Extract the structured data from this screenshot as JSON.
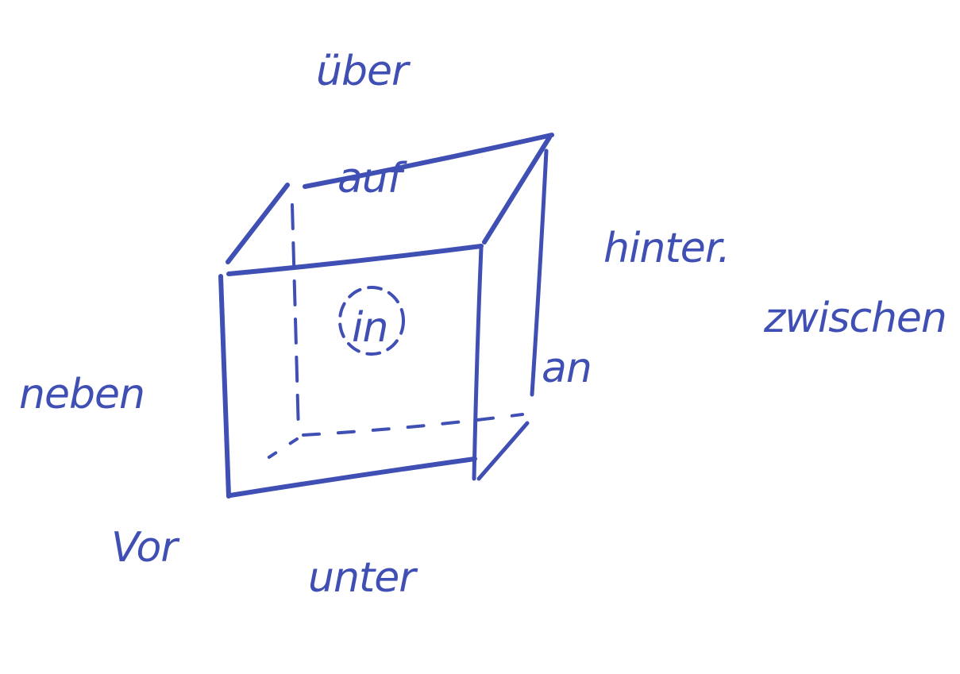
{
  "colors": {
    "ink": "#3f4fb3",
    "background": "#ffffff"
  },
  "labels": {
    "ueber": "über",
    "auf": "auf",
    "hinter": "hinter.",
    "zwischen": "zwischen",
    "in": "in",
    "an": "an",
    "neben": "neben",
    "vor": "Vor",
    "unter": "unter"
  }
}
